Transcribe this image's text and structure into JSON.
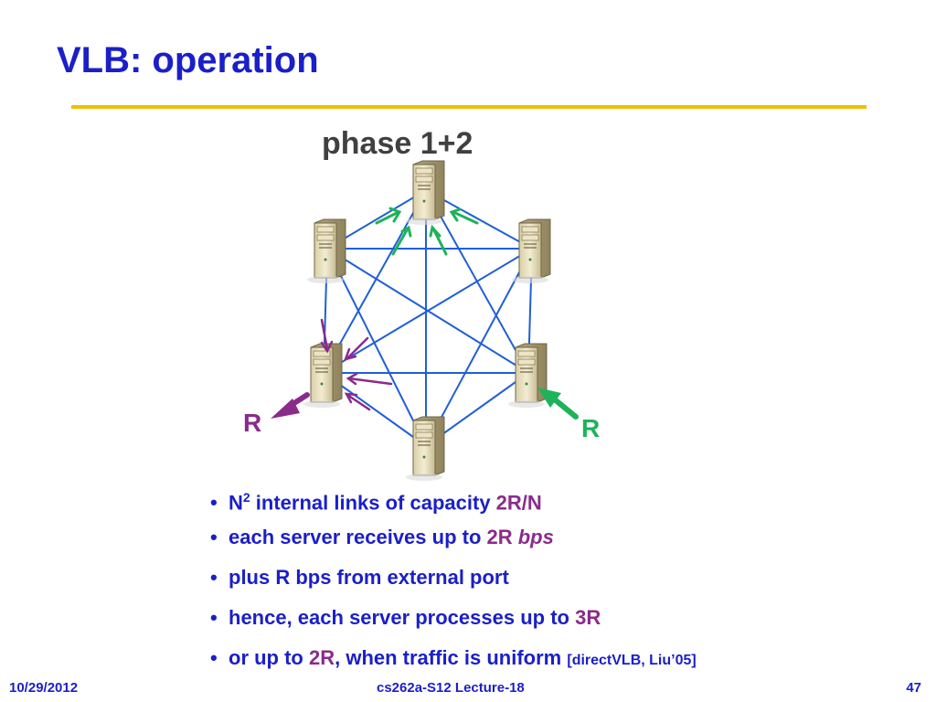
{
  "slide": {
    "title": "VLB: operation",
    "phase_label": "phase 1+2",
    "left_rate_label": "R",
    "right_rate_label": "R"
  },
  "bullets": [
    {
      "pre": "N",
      "sup": "2",
      "text": " internal links of capacity ",
      "hl": "2R/N"
    },
    {
      "text": "each server receives up to ",
      "hl": "2R",
      "hl_italic": " bps"
    },
    {
      "text": "plus R bps from external port"
    },
    {
      "text": "hence, each server processes up to ",
      "hl": "3R"
    },
    {
      "text": "or up to ",
      "hl": "2R",
      "text2": ", when traffic is uniform ",
      "cite": "[directVLB, Liu’05]"
    }
  ],
  "footer": {
    "date": "10/29/2012",
    "course": "cs262a-S12 Lecture-18",
    "page": "47"
  },
  "colors": {
    "title": "#1a1fc8",
    "link_line": "#1f5fd6",
    "green_arrow": "#1db35a",
    "purple_arrow": "#8a2b8c",
    "rule": "#f0c000"
  },
  "icons": {
    "server": "server-tower-icon"
  }
}
